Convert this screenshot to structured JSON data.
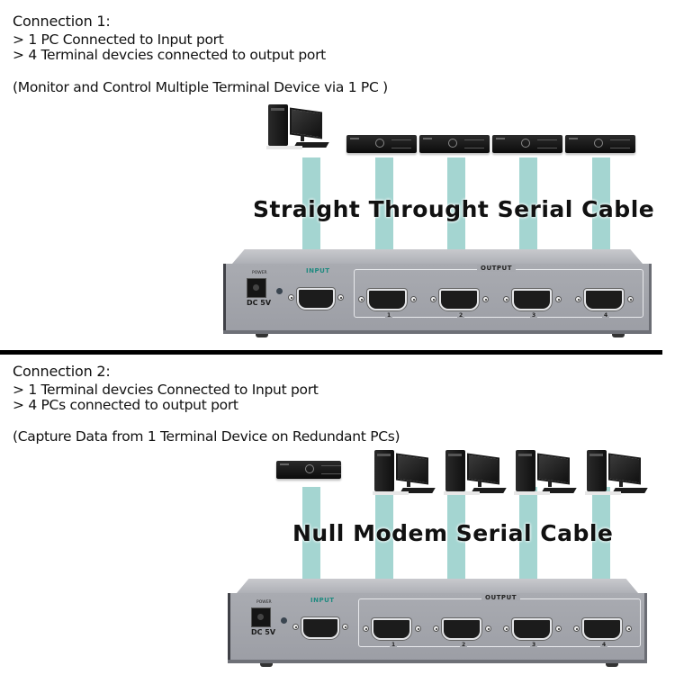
{
  "connection1": {
    "heading": "Connection 1:",
    "lines": [
      "> 1 PC Connected to Input port",
      "> 4 Terminal devcies connected to output port"
    ],
    "note": "(Monitor and Control Multiple Terminal Device via 1 PC )",
    "cable_title": "Straight Throught Serial Cable",
    "input_device": "pc-icon",
    "output_devices": [
      "terminal-device-icon",
      "terminal-device-icon",
      "terminal-device-icon",
      "terminal-device-icon"
    ]
  },
  "connection2": {
    "heading": "Connection 2:",
    "lines": [
      "> 1 Terminal devcies Connected to Input port",
      "> 4 PCs connected to output port"
    ],
    "note": "(Capture Data from 1 Terminal Device on Redundant PCs)",
    "cable_title": "Null Modem Serial Cable",
    "input_device": "terminal-device-icon",
    "output_devices": [
      "pc-icon",
      "pc-icon",
      "pc-icon",
      "pc-icon"
    ]
  },
  "switch_box": {
    "power_label": "POWER",
    "dc_label": "DC 5V",
    "input_label": "INPUT",
    "output_label": "OUTPUT",
    "port_numbers": [
      "1",
      "2",
      "3",
      "4"
    ]
  },
  "colors": {
    "cable": "#9fd3cf",
    "input_label": "#1f8a80",
    "box_body": "#a6a8ae",
    "divider": "#000000"
  }
}
